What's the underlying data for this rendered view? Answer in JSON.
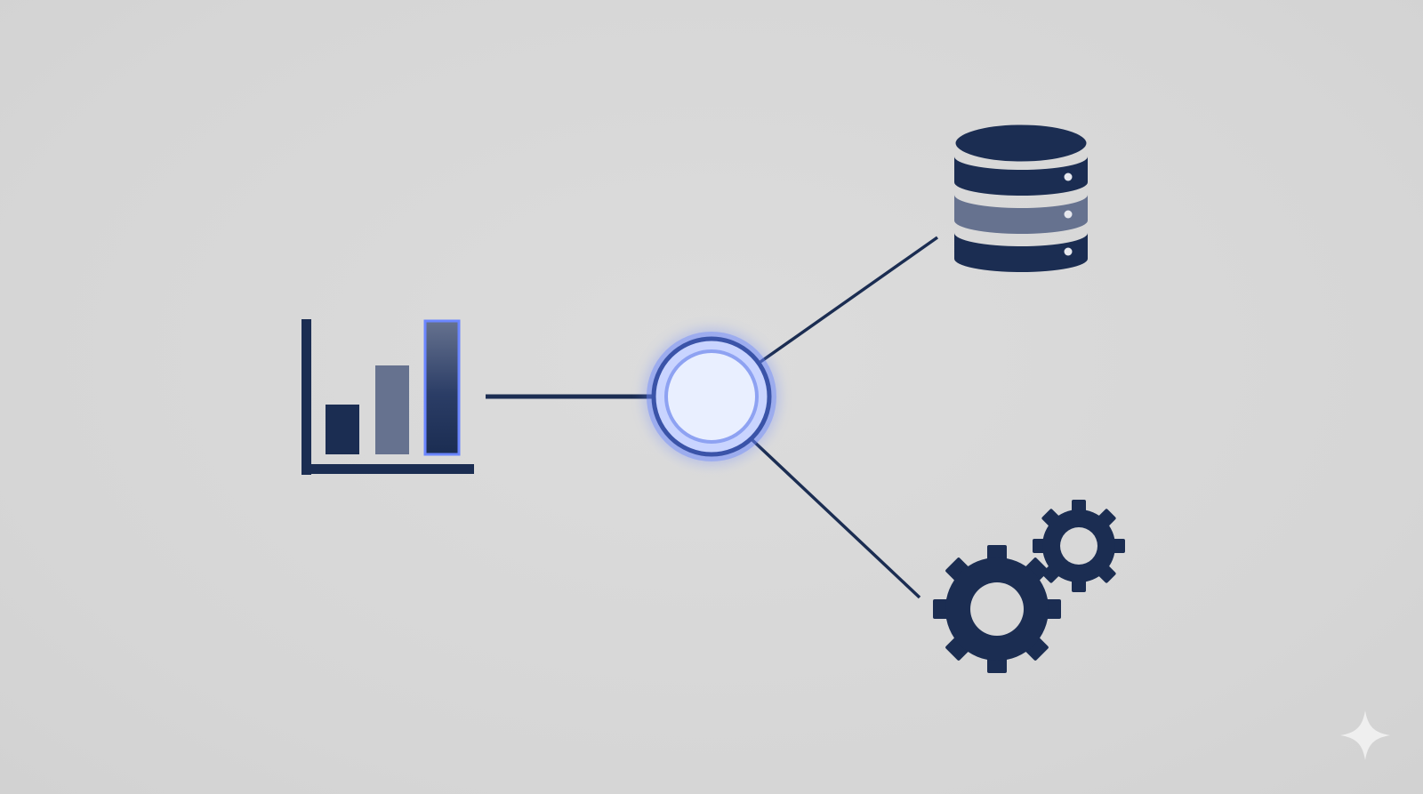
{
  "diagram": {
    "nodes": [
      {
        "id": "chart",
        "icon": "bar-chart-icon"
      },
      {
        "id": "hub",
        "icon": "hub-node"
      },
      {
        "id": "database",
        "icon": "database-icon"
      },
      {
        "id": "settings",
        "icon": "gears-icon"
      }
    ],
    "edges": [
      {
        "from": "chart",
        "to": "hub"
      },
      {
        "from": "hub",
        "to": "database"
      },
      {
        "from": "hub",
        "to": "settings"
      }
    ],
    "colors": {
      "background": "#d8d8d8",
      "navy": "#1b2d52",
      "slate": "#66728f",
      "hub_fill": "#e9efff",
      "hub_ring": "#3a53a8",
      "glow": "#6b86ff",
      "highlight": "#6b86ff"
    },
    "watermark_icon": "sparkle-icon"
  }
}
